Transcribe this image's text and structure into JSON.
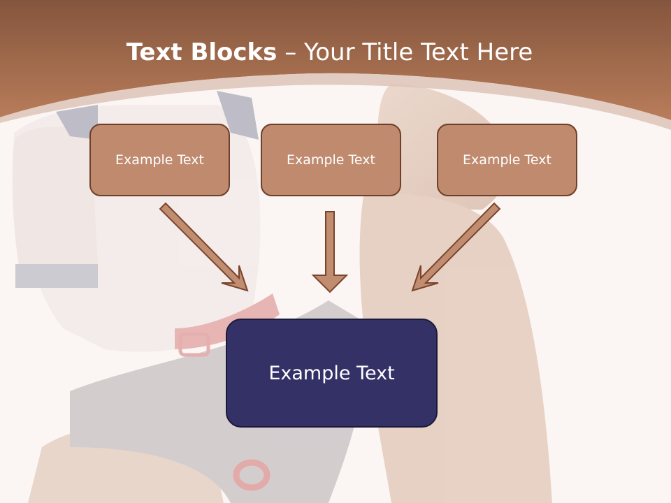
{
  "slide": {
    "title_bold": "Text Blocks",
    "title_rest": " – Your Title Text Here"
  },
  "blocks": {
    "left": "Example Text",
    "middle": "Example Text",
    "right": "Example Text",
    "bottom": "Example Text"
  },
  "colors": {
    "header_brown": "#b57a57",
    "small_box_fill": "#bf8a6e",
    "small_box_border": "#6e3f2a",
    "large_box_fill": "#343166",
    "background": "#fbf6f3"
  }
}
